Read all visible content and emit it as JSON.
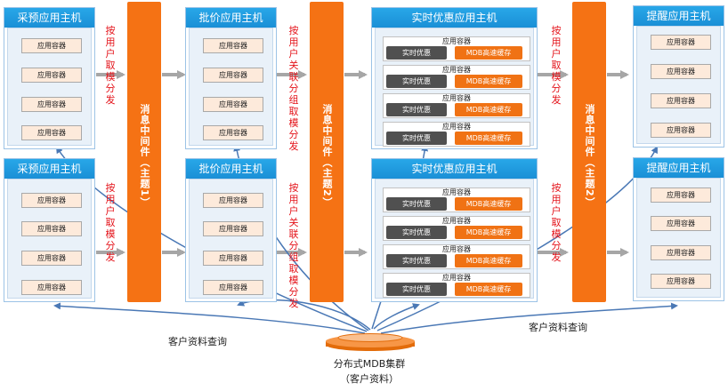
{
  "container_label": "应用容器",
  "realtime_label": "实时优惠",
  "cache_label": "MDB高速缓存",
  "panels": {
    "caiyu_top": {
      "title": "采预应用主机"
    },
    "caiyu_bottom": {
      "title": "采预应用主机"
    },
    "pijia_top": {
      "title": "批价应用主机"
    },
    "pijia_bottom": {
      "title": "批价应用主机"
    },
    "realtime_top": {
      "title": "实时优惠应用主机"
    },
    "realtime_bottom": {
      "title": "实时优惠应用主机"
    },
    "remind_top": {
      "title": "提醒应用主机"
    },
    "remind_bottom": {
      "title": "提醒应用主机"
    }
  },
  "buses": {
    "bus1": "消息中间件（主题1）",
    "bus2": "消息中间件（主题2）",
    "bus3": "消息中间件（主题2）"
  },
  "dispatch": {
    "user_mod": "按用户取模分发",
    "user_rel_mod": "按用户关联分组取模分发"
  },
  "query_label": "客户资料查询",
  "mdb": {
    "title": "分布式MDB集群",
    "subtitle": "（客户资料）"
  },
  "colors": {
    "title_bar": "#1a8fd6",
    "bus": "#f57214",
    "cache": "#f07214",
    "dispatch_text": "#e4141b",
    "link": "#4a78b5"
  }
}
